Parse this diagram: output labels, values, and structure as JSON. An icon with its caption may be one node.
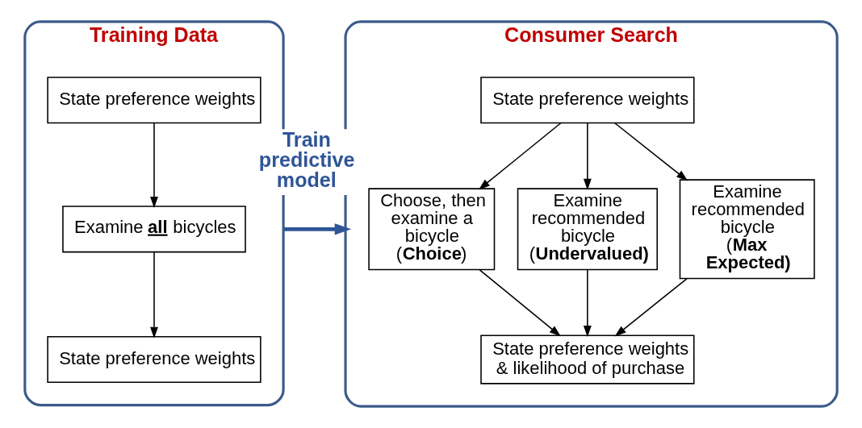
{
  "diagram": {
    "nodes": [
      {
        "text": [
          "Training Data"
        ]
      },
      {
        "text": [
          "State preference weights"
        ],
        "in": 0
      },
      {
        "text": [
          "Examine **all** bicycles"
        ],
        "in": 0
      },
      {
        "text": [
          "State preference weights"
        ],
        "in": 0
      },
      {
        "text": [
          "Consumer Search"
        ]
      },
      {
        "text": [
          "State preference weights"
        ],
        "in": 4
      },
      {
        "text": [
          "Choose, then examine a bicycle (**Choice**)"
        ],
        "in": 4
      },
      {
        "text": [
          "Examine recommended bicycle (**Undervalued)**"
        ],
        "in": 4
      },
      {
        "text": [
          "Examine recommended bicycle (**Max Expected)**"
        ],
        "in": 4
      },
      {
        "text": [
          "State preference weights & likelihood of purchase"
        ],
        "in": 4
      }
    ],
    "edges": [
      {
        "from": 1,
        "to": 2,
        "arrow": "to"
      },
      {
        "from": 2,
        "to": 3,
        "arrow": "to"
      },
      {
        "from": 0,
        "to": 4,
        "arrow": "to",
        "label": "Train predictive model",
        "style": "thick",
        "color": "#2f5597"
      },
      {
        "from": 5,
        "to": 6,
        "arrow": "to"
      },
      {
        "from": 5,
        "to": 7,
        "arrow": "to"
      },
      {
        "from": 5,
        "to": 8,
        "arrow": "to"
      },
      {
        "from": 6,
        "to": 9,
        "arrow": "to"
      },
      {
        "from": 7,
        "to": 9,
        "arrow": "to"
      },
      {
        "from": 8,
        "to": 9,
        "arrow": "to"
      }
    ]
  }
}
